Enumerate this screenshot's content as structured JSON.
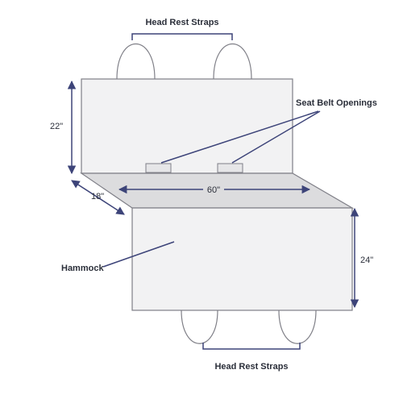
{
  "labels": {
    "head_rest_straps_top": "Head Rest Straps",
    "head_rest_straps_bottom": "Head Rest Straps",
    "seat_belt_openings": "Seat Belt Openings",
    "hammock": "Hammock"
  },
  "dimensions": {
    "back_height": "22\"",
    "seat_depth": "18\"",
    "width": "60\"",
    "hammock_height": "24\""
  },
  "colors": {
    "annotation": "#3d4479",
    "outline": "#7f7f87",
    "panel_fill": "#f2f2f3",
    "seat_fill": "#dcdcde"
  }
}
